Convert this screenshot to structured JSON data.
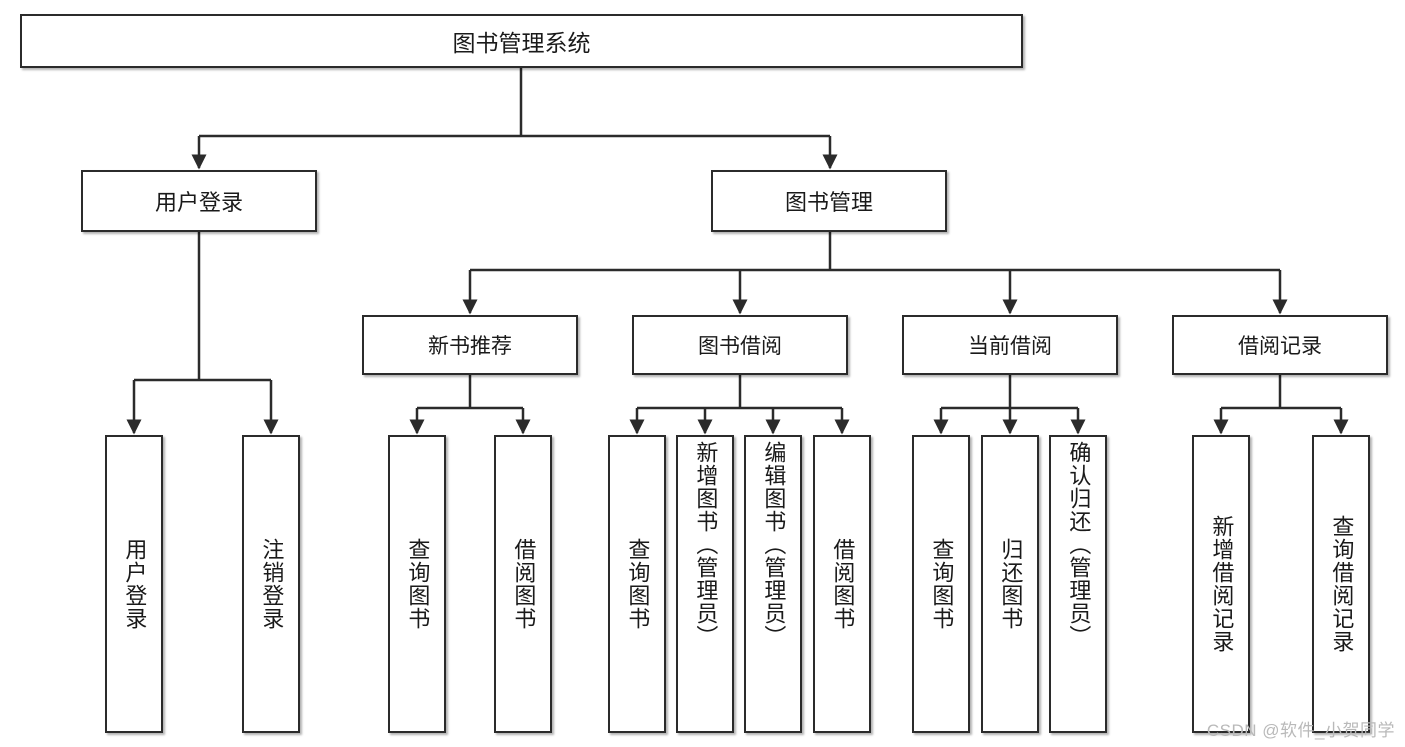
{
  "diagram": {
    "title": "图书管理系统",
    "type": "tree-hierarchy-chart",
    "root": {
      "label": "图书管理系统"
    },
    "level2": [
      {
        "label": "用户登录"
      },
      {
        "label": "图书管理"
      }
    ],
    "level3": [
      {
        "label": "新书推荐"
      },
      {
        "label": "图书借阅"
      },
      {
        "label": "当前借阅"
      },
      {
        "label": "借阅记录"
      }
    ],
    "leaves": [
      {
        "label": "用户登录"
      },
      {
        "label": "注销登录"
      },
      {
        "label": "查询图书"
      },
      {
        "label": "借阅图书"
      },
      {
        "label": "查询图书"
      },
      {
        "label": "新增图书（管理员）"
      },
      {
        "label": "编辑图书（管理员）"
      },
      {
        "label": "借阅图书"
      },
      {
        "label": "查询图书"
      },
      {
        "label": "归还图书"
      },
      {
        "label": "确认归还（管理员）"
      },
      {
        "label": "新增借阅记录"
      },
      {
        "label": "查询借阅记录"
      }
    ]
  },
  "watermark": {
    "text": "CSDN @软件_小贺同学"
  },
  "colors": {
    "stroke": "#2b2b2b",
    "fill": "#ffffff",
    "text": "#1a1a1a",
    "watermark": "#b9b9b9"
  }
}
